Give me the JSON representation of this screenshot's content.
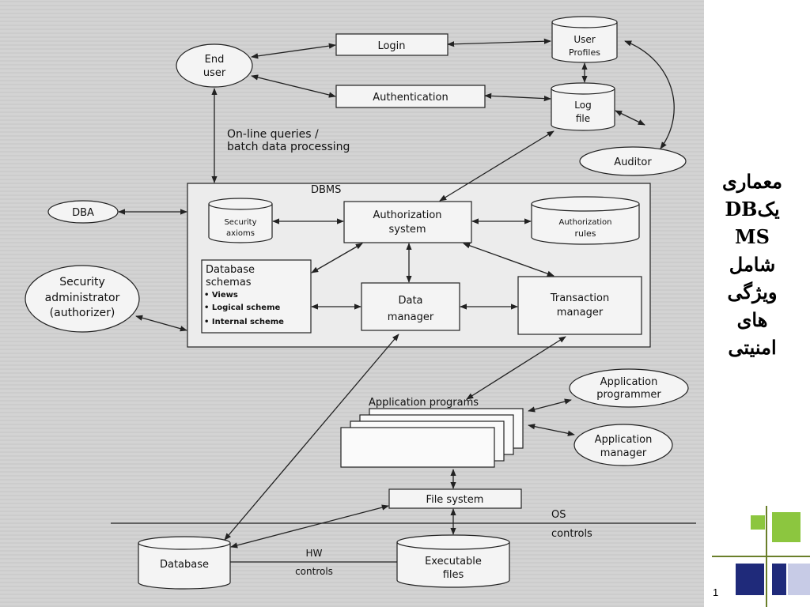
{
  "slide": {
    "title_lines": [
      "معماری",
      "یکDB",
      "MS",
      "شامل",
      "ویژگی",
      "های",
      "امنیتی"
    ],
    "page_number": "1"
  },
  "diagram": {
    "end_user": [
      "End",
      "user"
    ],
    "login": "Login",
    "authentication": "Authentication",
    "user_profiles": [
      "User",
      "Profiles"
    ],
    "log_file": [
      "Log",
      "file"
    ],
    "auditor": "Auditor",
    "queries_label": [
      "On-line queries /",
      "batch data processing"
    ],
    "dbms": "DBMS",
    "dba": "DBA",
    "security_axioms": [
      "Security",
      "axioms"
    ],
    "authorization_system": [
      "Authorization",
      "system"
    ],
    "authorization_rules": [
      "Authorization",
      "rules"
    ],
    "database_schemas": [
      "Database",
      "schemas"
    ],
    "schema_items": [
      "• Views",
      "• Logical scheme",
      "• Internal scheme"
    ],
    "security_admin": [
      "Security",
      "administrator",
      "(authorizer)"
    ],
    "data_manager": [
      "Data",
      "manager"
    ],
    "transaction_manager": [
      "Transaction",
      "manager"
    ],
    "application_programs": "Application programs",
    "application_programmer": [
      "Application",
      "programmer"
    ],
    "application_manager": [
      "Application",
      "manager"
    ],
    "file_system": "File system",
    "os": "OS",
    "controls": "controls",
    "database": "Database",
    "hw_controls": [
      "HW",
      "controls"
    ],
    "executable_files": [
      "Executable",
      "files"
    ]
  },
  "colors": {
    "scan_background": "#d3d3d3",
    "accent_green": "#8cc63f",
    "accent_navy": "#1f2a7a",
    "accent_light": "#c7cbe6",
    "accent_olive": "#6a7f2a"
  }
}
